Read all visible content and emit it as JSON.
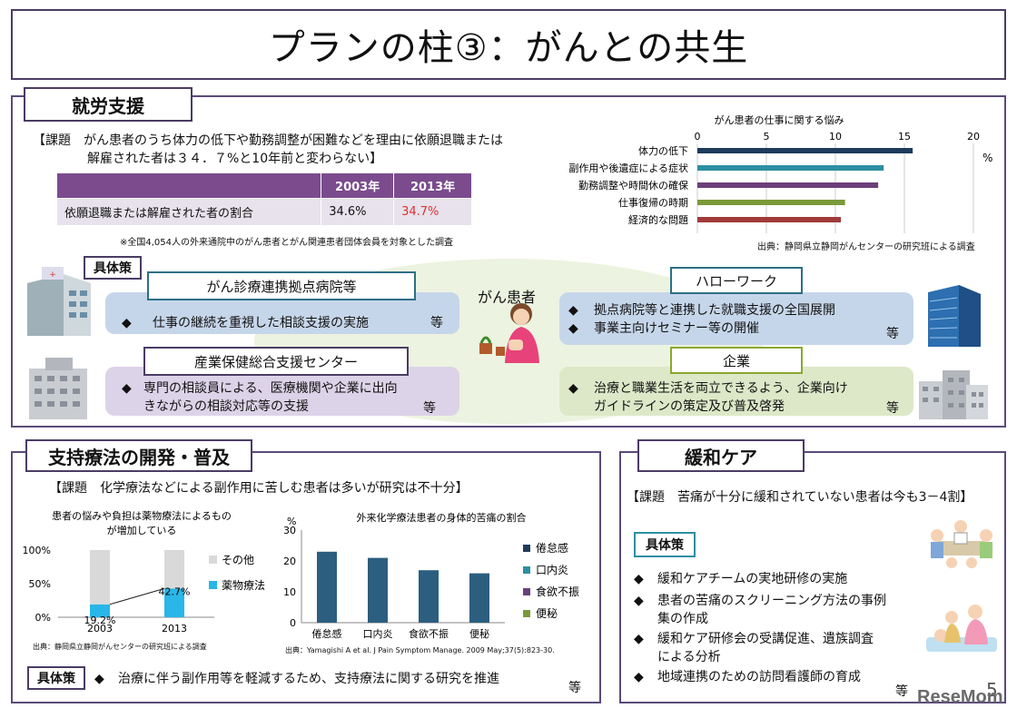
{
  "title": "プランの柱③：がんとの共生",
  "employment": {
    "heading": "就労支援",
    "issue_line1": "【課題　がん患者のうち体力の低下や勤務調整が困難などを理由に依願退職または",
    "issue_line2": "解雇された者は３４．７%と10年前と変わらない】",
    "table": {
      "col_2003": "2003年",
      "col_2013": "2013年",
      "row_label": "依願退職または解雇された者の割合",
      "val_2003": "34.6%",
      "val_2013": "34.7%"
    },
    "table_note": "※全国4,054人の外来通院中のがん患者とがん関連患者団体会員を対象とした調査",
    "chart_source": "出典：静岡県立静岡がんセンターの研究班による調査",
    "measures_tag": "具体策",
    "center_label": "がん患者",
    "hospital": {
      "label": "がん診療連携拠点病院等",
      "bullet": "◆",
      "text": "仕事の継続を重視した相談支援の実施",
      "etc": "等"
    },
    "industry": {
      "label": "産業保健総合支援センター",
      "bullet": "◆",
      "text1": "専門の相談員による、医療機関や企業に出向",
      "text2": "きながらの相談対応等の支援",
      "etc": "等"
    },
    "hellowork": {
      "label": "ハローワーク",
      "bullet": "◆",
      "text1": "拠点病院等と連携した就職支援の全国展開",
      "text2": "事業主向けセミナー等の開催",
      "etc": "等"
    },
    "company": {
      "label": "企業",
      "bullet": "◆",
      "text1": "治療と職業生活を両立できるよう、企業向け",
      "text2": "ガイドラインの策定及び普及啓発",
      "etc": "等"
    }
  },
  "supportive": {
    "heading": "支持療法の開発・普及",
    "issue": "【課題　化学療法などによる副作用に苦しむ患者は多いが研究は不十分】",
    "source1": "出典：静岡県立静岡がんセンターの研究班による調査",
    "source2": "出典：Yamagishi A et al. J Pain Symptom Manage. 2009 May;37(5):823-30.",
    "measures_tag": "具体策",
    "measure_bullet": "◆",
    "measure_text": "治療に伴う副作用等を軽減するため、支持療法に関する研究を推進",
    "etc": "等"
  },
  "palliative": {
    "heading": "緩和ケア",
    "issue": "【課題　苦痛が十分に緩和されていない患者は今も3－4割】",
    "measures_tag": "具体策",
    "bullets": [
      {
        "mark": "◆",
        "line1": "緩和ケアチームの実地研修の実施",
        "line2": ""
      },
      {
        "mark": "◆",
        "line1": "患者の苦痛のスクリーニング方法の事例",
        "line2": "集の作成"
      },
      {
        "mark": "◆",
        "line1": "緩和ケア研修会の受講促進、遺族調査",
        "line2": "による分析"
      },
      {
        "mark": "◆",
        "line1": "地域連携のための訪問看護師の育成",
        "line2": ""
      }
    ],
    "etc": "等"
  },
  "page_number": "5",
  "watermark": "ReseMom",
  "colors": {
    "frame": "#4a3c63",
    "table_header": "#7b4b8e",
    "highlight_red": "#e03030",
    "bar1": "#1f3b5c",
    "bar2": "#2e8fa3",
    "bar3": "#6b3f7b",
    "bar4": "#7a9a3a",
    "bar5": "#a03a3a",
    "stack_other": "#d9d9d9",
    "stack_drug": "#29b6e8"
  },
  "chart_data": [
    {
      "type": "bar",
      "orientation": "horizontal",
      "title": "がん患者の仕事に関する悩み",
      "unit": "%",
      "categories": [
        "体力の低下",
        "副作用や後遺症による症状",
        "勤務調整や時間休の確保",
        "仕事復帰の時期",
        "経済的な問題"
      ],
      "values": [
        15.6,
        13.5,
        13.1,
        10.7,
        10.4
      ],
      "xlim": [
        0,
        20
      ],
      "ticks": [
        0,
        5,
        10,
        15,
        20
      ],
      "grid": true
    },
    {
      "type": "bar",
      "stacked": true,
      "title_line1": "患者の悩みや負担は薬物療法によるもの",
      "title_line2": "が増加している",
      "categories": [
        "2003",
        "2013"
      ],
      "series": [
        {
          "name": "薬物療法",
          "values": [
            19.2,
            42.7
          ],
          "labels": [
            "19.2%",
            "42.7%"
          ]
        },
        {
          "name": "その他",
          "values": [
            80.8,
            57.3
          ]
        }
      ],
      "ylim": [
        0,
        100
      ],
      "ticks": [
        "0%",
        "50%",
        "100%"
      ]
    },
    {
      "type": "bar",
      "title": "外来化学療法患者の身体的苦痛の割合",
      "ylabel": "%",
      "categories": [
        "倦怠感",
        "口内炎",
        "食欲不振",
        "便秘"
      ],
      "values": [
        23,
        21,
        17,
        16
      ],
      "ylim": [
        0,
        30
      ],
      "ticks": [
        0,
        10,
        20,
        30
      ],
      "legend": [
        "倦怠感",
        "口内炎",
        "食欲不振",
        "便秘"
      ]
    }
  ]
}
